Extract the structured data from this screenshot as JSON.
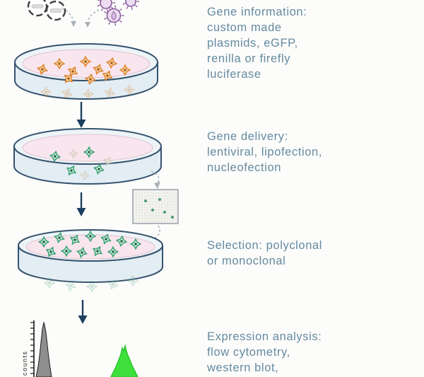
{
  "steps": [
    {
      "id": "gene-information",
      "label": "Gene information:\ncustom made\nplasmids, eGFP,\nrenilla or firefly\nluciferase"
    },
    {
      "id": "gene-delivery",
      "label": "Gene delivery:\nlentiviral, lipofection,\nnucleofection"
    },
    {
      "id": "selection",
      "label": "Selection: polyclonal\nor monoclonal"
    },
    {
      "id": "expression-analysis",
      "label": "Expression analysis:\nflow cytometry,\nwestern blot,"
    }
  ],
  "diagram": {
    "flow_plot": {
      "ylabel": "counts"
    },
    "icons": [
      "plasmid-icon",
      "virus-icon",
      "petri-dish-icon",
      "selection-plate-icon",
      "flow-histogram-icon",
      "down-arrow-icon",
      "dashed-arrow-icon"
    ],
    "colors": {
      "text": "#648AA0",
      "solid_arrow": "#1d3f5f",
      "dashed_arrow": "#a9b2b9",
      "dish_outline": "#35536e",
      "dish_glass": "#e3edf4",
      "dish_media_pink": "#f9e5ed",
      "cell_orange_outline": "#dd8733",
      "cell_orange_fill": "#f8d9a6",
      "cell_green_outline": "#3fa478",
      "cell_green_fill": "#cfeeda",
      "virus_purple": "#8f5fa0",
      "histogram_gray": "#8e8e8e",
      "histogram_green": "#3fe03d"
    }
  }
}
